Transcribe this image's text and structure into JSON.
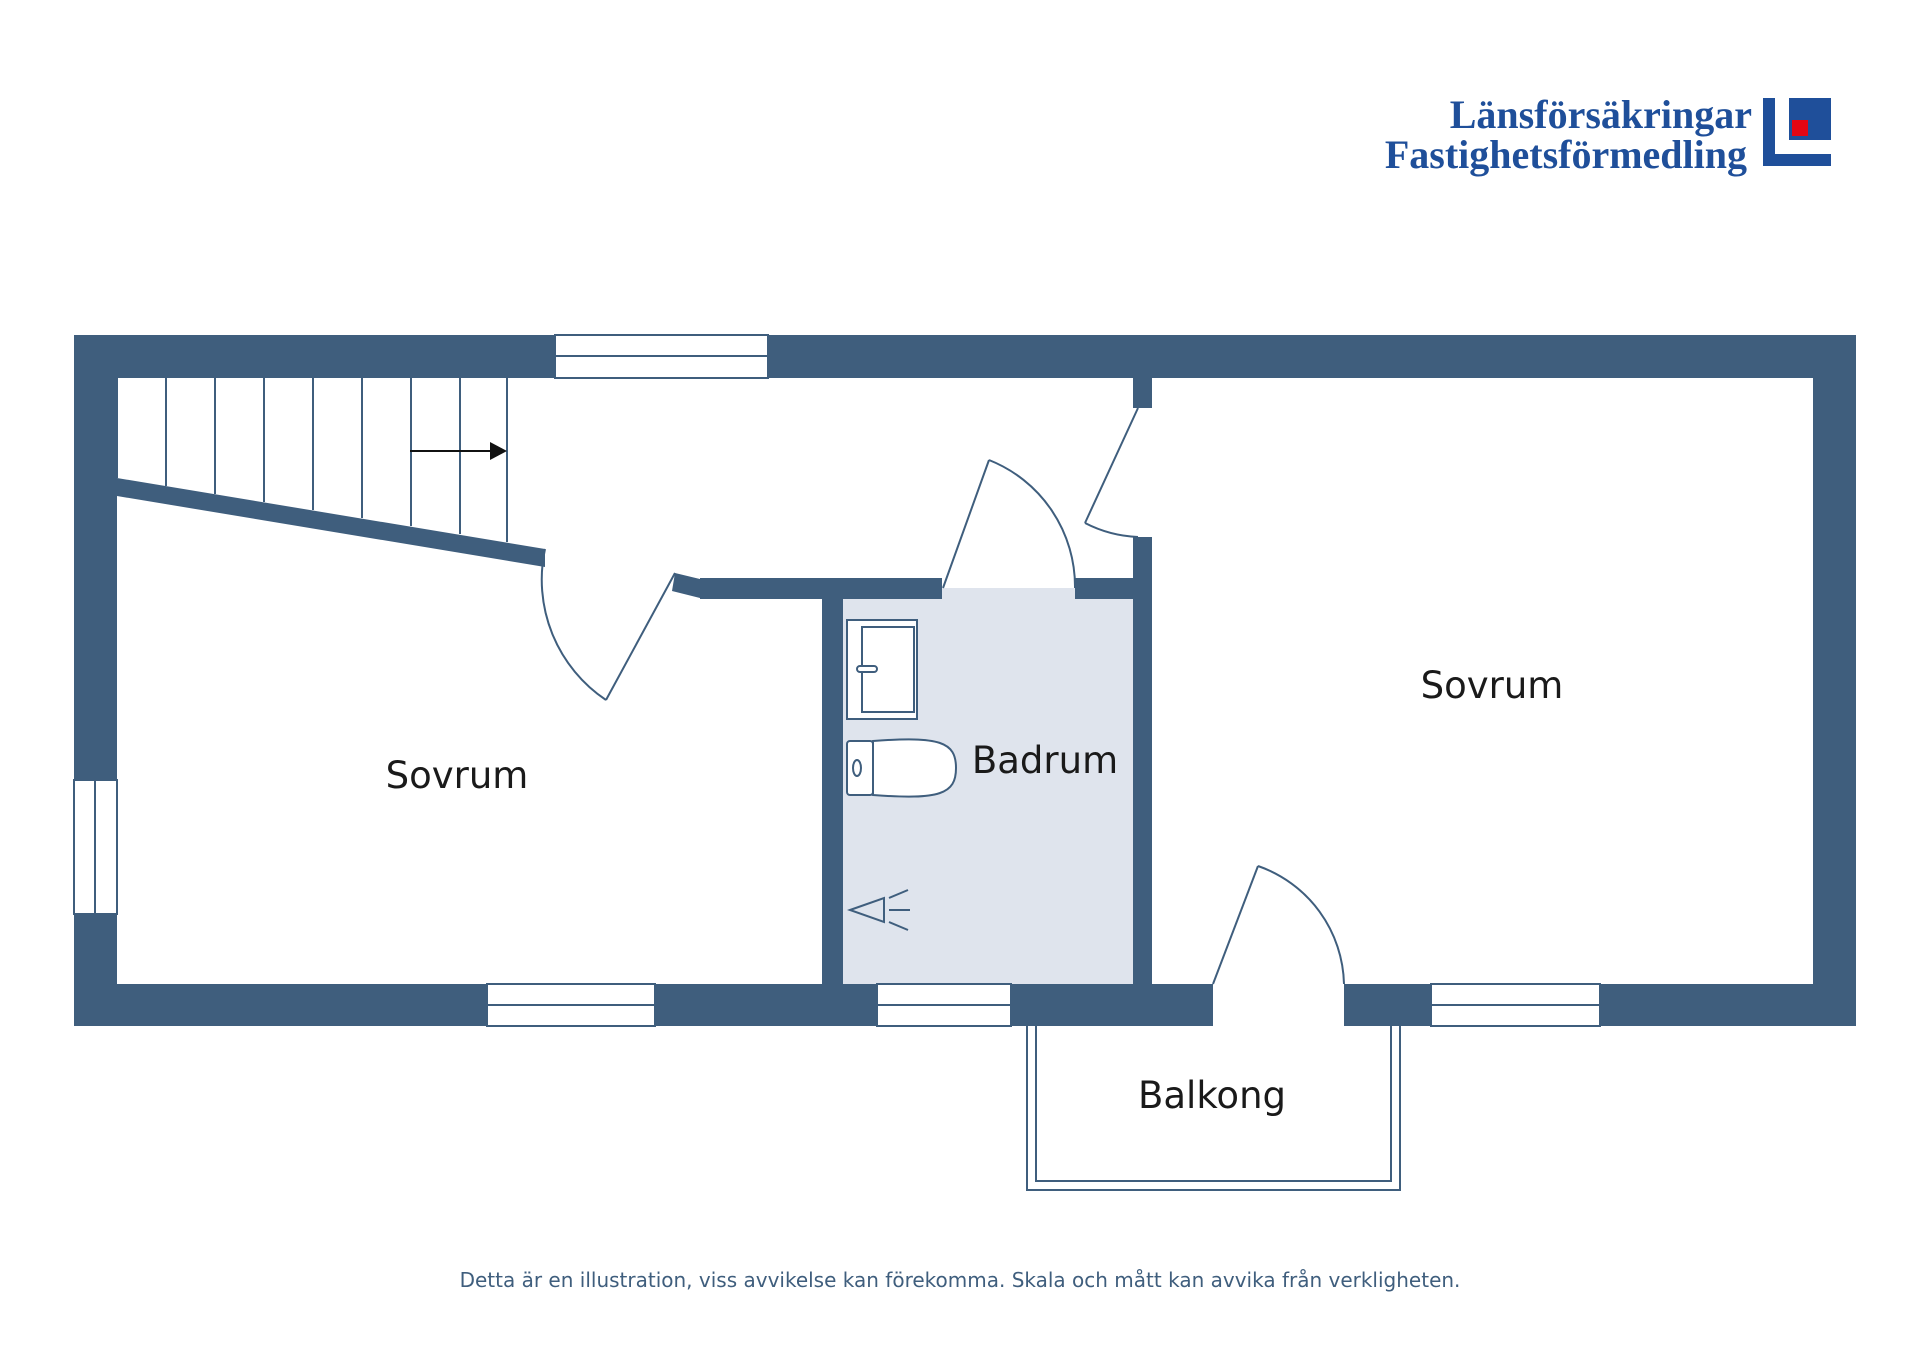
{
  "logo": {
    "line1": "Länsförsäkringar",
    "line2": "Fastighetsförmedling",
    "text_color": "#1f4f9a",
    "mark_color": "#1f4f9a",
    "mark_accent": "#e30613"
  },
  "rooms": {
    "bedroom_left": "Sovrum",
    "bathroom": "Badrum",
    "bedroom_right": "Sovrum",
    "balcony": "Balkong"
  },
  "disclaimer": "Detta är en illustration, viss avvikelse kan förekomma. Skala och mått kan avvika från verkligheten.",
  "colors": {
    "wall": "#3f5e7d",
    "bathroom_floor": "#dfe4ed",
    "line": "#3f5e7d",
    "disclaimer_text": "#3f5e7d"
  }
}
